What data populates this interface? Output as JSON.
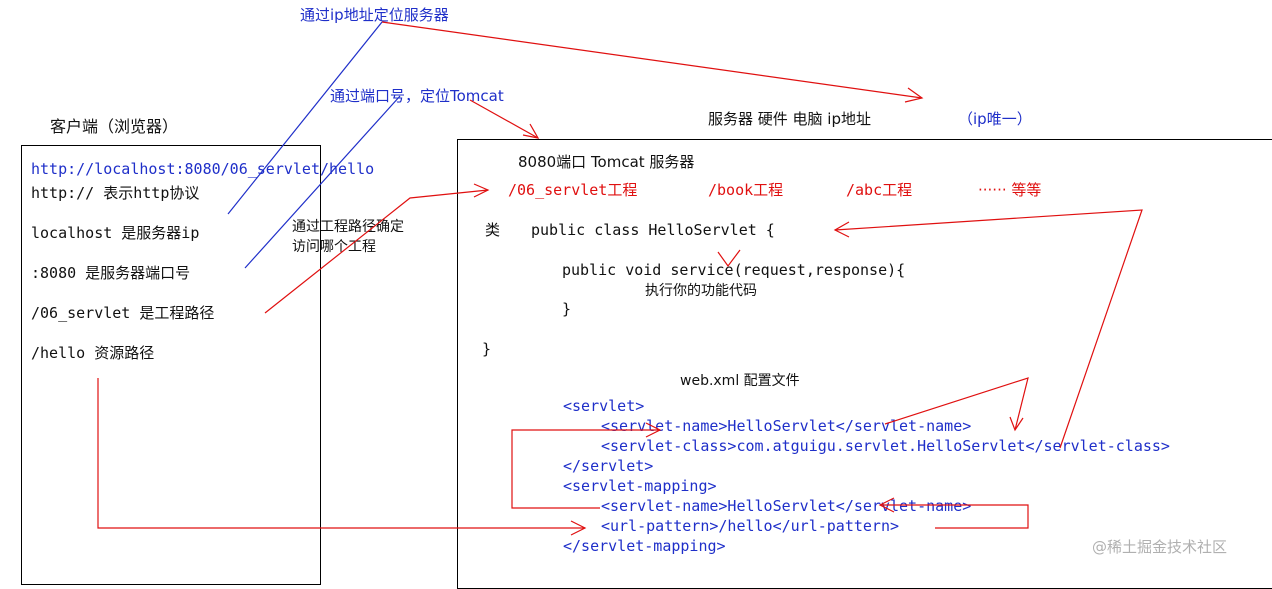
{
  "colors": {
    "blue": "#1f2fc9",
    "red": "#e01010",
    "black": "#111111"
  },
  "annotations": {
    "locate_server_by_ip": "通过ip地址定位服务器",
    "locate_tomcat_by_port": "通过端口号，定位Tomcat",
    "locate_project_by_path": "通过工程路径确定",
    "locate_project_by_path_2": "访问哪个工程"
  },
  "client": {
    "title": "客户端（浏览器）",
    "url": "http://localhost:8080/06_servlet/hello",
    "lines": [
      "http:// 表示http协议",
      "localhost 是服务器ip",
      ":8080 是服务器端口号",
      "/06_servlet 是工程路径",
      "/hello  资源路径"
    ]
  },
  "server": {
    "title": "服务器 硬件 电脑  ip地址",
    "title_unique": "（ip唯一）",
    "tomcat": "8080端口 Tomcat 服务器",
    "projects": [
      "/06_servlet工程",
      "/book工程",
      "/abc工程",
      "······ 等等"
    ],
    "class_label": "类",
    "code": {
      "class_decl": "public class HelloServlet {",
      "method_decl": "public void service(request,response){",
      "method_body": "执行你的功能代码",
      "method_close": "}",
      "class_close": "}"
    },
    "webxml": {
      "title": "web.xml 配置文件",
      "lines": [
        "<servlet>",
        "<servlet-name>HelloServlet</servlet-name>",
        "<servlet-class>com.atguigu.servlet.HelloServlet</servlet-class>",
        "</servlet>",
        "<servlet-mapping>",
        "<servlet-name>HelloServlet</servlet-name>",
        "<url-pattern>/hello</url-pattern>",
        "</servlet-mapping>"
      ]
    }
  },
  "watermark": "@稀土掘金技术社区"
}
